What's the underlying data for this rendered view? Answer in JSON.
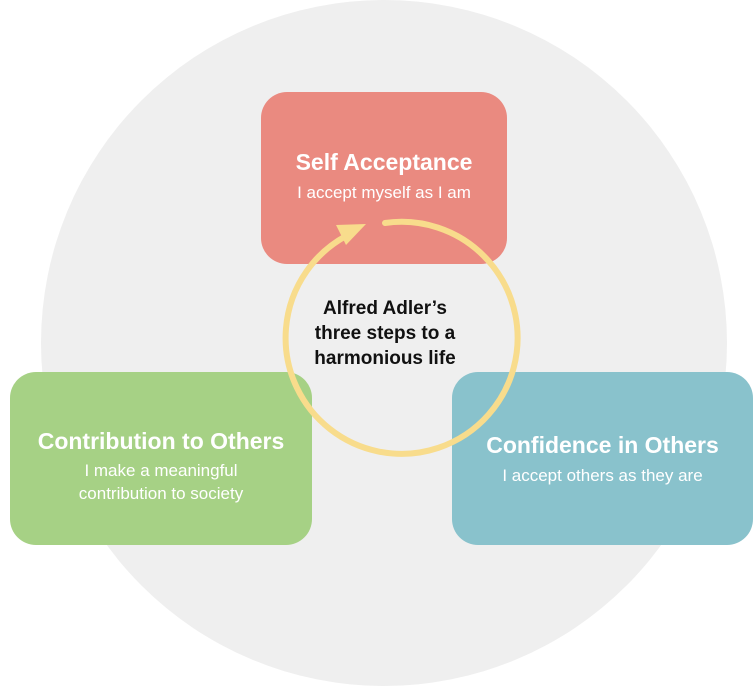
{
  "center": {
    "lines": [
      "Alfred Adler’s",
      "three steps to a",
      "harmonious life"
    ]
  },
  "steps": {
    "self": {
      "title": "Self Acceptance",
      "subtitle": "I accept myself as I am",
      "color": "#ea8a80"
    },
    "contribution": {
      "title": "Contribution to Others",
      "subtitle": "I make a meaningful contribution to society",
      "color": "#a6d185"
    },
    "confidence": {
      "title": "Confidence in Others",
      "subtitle": "I accept others as they are",
      "color": "#89c2cc"
    }
  },
  "colors": {
    "background_circle": "#efefef",
    "cycle_ring": "#f8dc8c",
    "text_on_boxes": "#ffffff",
    "center_text": "#111111"
  },
  "icons": {
    "cycle": "circular-arrow-icon"
  }
}
